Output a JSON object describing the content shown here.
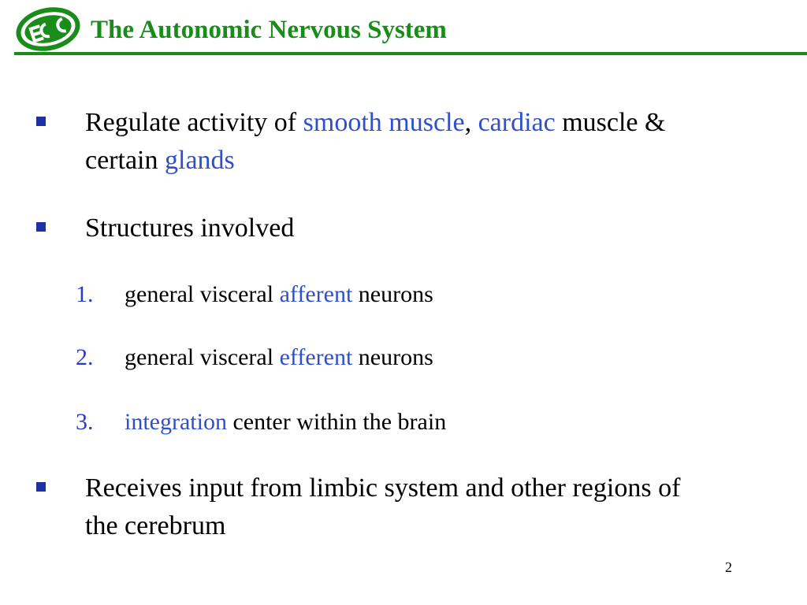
{
  "slide": {
    "title": "The Autonomic Nervous System",
    "logo_label": "ECC",
    "page_number": "2"
  },
  "colors": {
    "title_green": "#1a8c1a",
    "highlight_blue": "#2f4fcc",
    "bullet_blue": "#1f2fa6"
  },
  "bullets": [
    {
      "parts": [
        {
          "text": "Regulate activity of "
        },
        {
          "text": "smooth muscle",
          "highlight": true
        },
        {
          "text": ", "
        },
        {
          "text": "cardiac",
          "highlight": true
        },
        {
          "text": " muscle & certain "
        },
        {
          "text": "glands",
          "highlight": true
        }
      ]
    },
    {
      "parts": [
        {
          "text": "Structures involved"
        }
      ]
    },
    {
      "parts": [
        {
          "text": "Receives input from limbic system and other regions of the cerebrum"
        }
      ]
    }
  ],
  "numbered": [
    {
      "marker": "1.",
      "parts": [
        {
          "text": "general visceral "
        },
        {
          "text": "afferent",
          "highlight": true
        },
        {
          "text": " neurons"
        }
      ]
    },
    {
      "marker": "2.",
      "parts": [
        {
          "text": "general visceral "
        },
        {
          "text": "efferent",
          "highlight": true
        },
        {
          "text": " neurons"
        }
      ]
    },
    {
      "marker": "3.",
      "parts": [
        {
          "text": "integration",
          "highlight": true
        },
        {
          "text": " center within the brain"
        }
      ]
    }
  ]
}
